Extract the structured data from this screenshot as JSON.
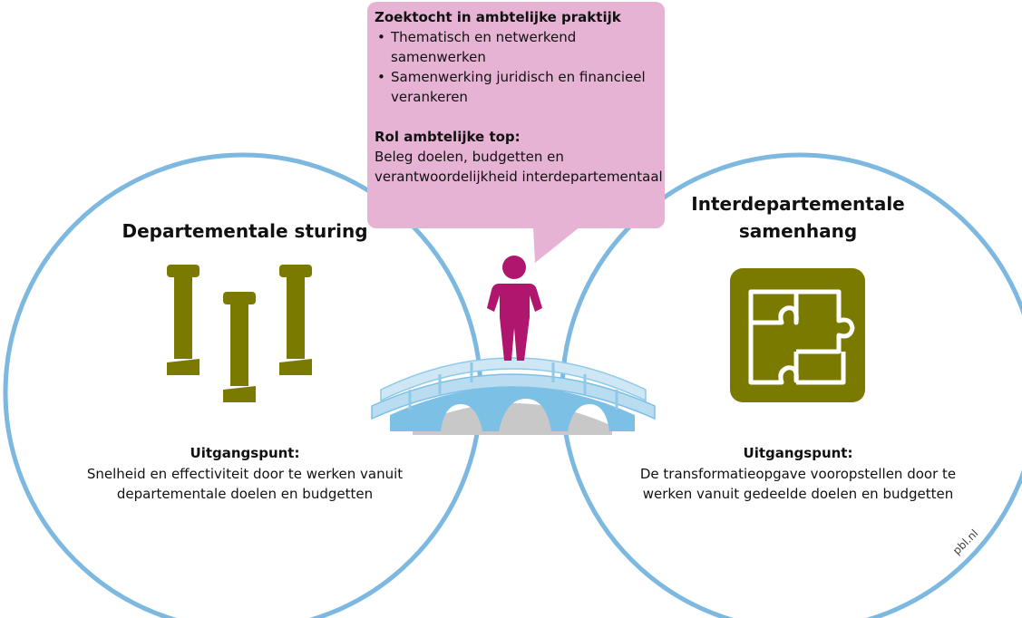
{
  "callout": {
    "heading1": "Zoektocht in ambtelijke praktijk",
    "items": [
      "Thematisch en netwerkend samenwerken",
      "Samenwerking juridisch en financieel verankeren"
    ],
    "heading2": "Rol ambtelijke top:",
    "text": "Beleg doelen, budgetten en verantwoordelijkheid interdepartementaal"
  },
  "left_circle": {
    "title": "Departementale sturing",
    "label": "Uitgangspunt:",
    "text_line1": "Snelheid en effectiviteit door te werken vanuit",
    "text_line2": "departementale doelen en budgetten",
    "icon": "pillars-icon"
  },
  "right_circle": {
    "title_line1": "Interdepartementale",
    "title_line2": "samenhang",
    "label": "Uitgangspunt:",
    "text_line1": "De transformatieopgave vooropstellen door te",
    "text_line2": "werken vanuit gedeelde doelen en budgetten",
    "icon": "puzzle-icon"
  },
  "watermark": "pbl.nl",
  "colors": {
    "circle_stroke": "#7cb8e0",
    "callout_fill": "#e6b3d4",
    "person": "#b0166e",
    "icon_olive": "#7a7a00",
    "bridge_light": "#b9dcf0",
    "bridge_mid": "#7cc0e6",
    "bridge_shadow": "#c8c8c8"
  }
}
